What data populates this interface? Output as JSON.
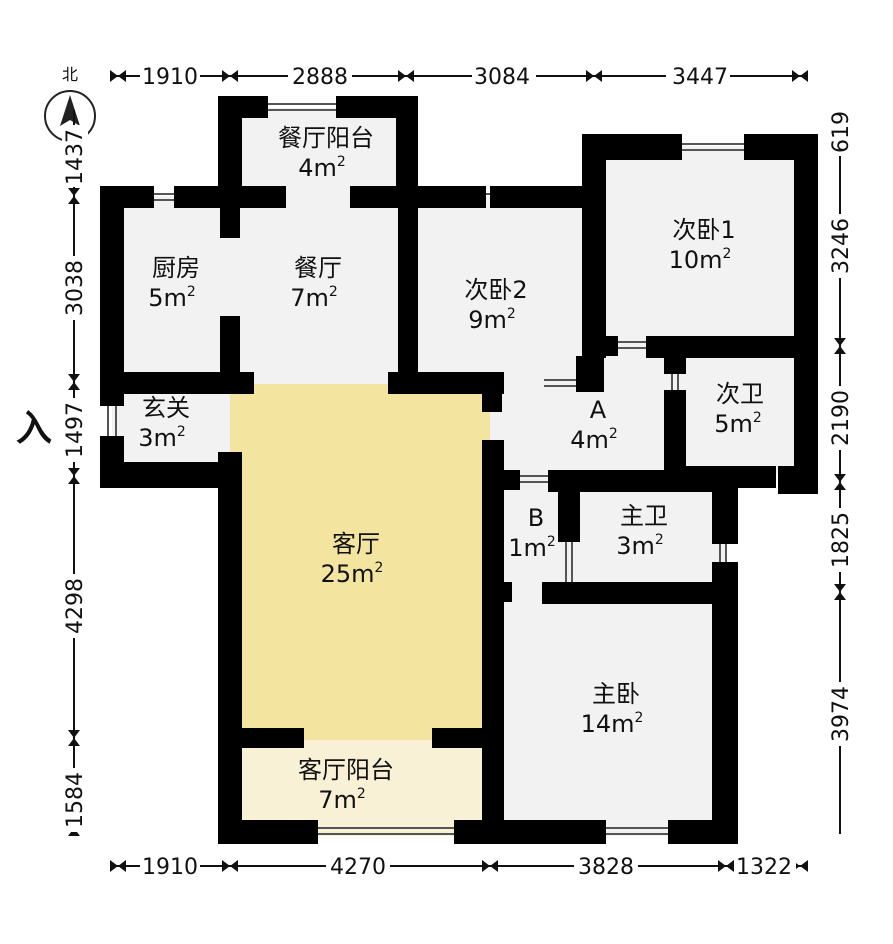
{
  "compass": {
    "north_label": "北",
    "icon": "compass-north-arrow-icon"
  },
  "entrance": {
    "label": "入"
  },
  "colors": {
    "wall": "#000000",
    "floor": "#f2f2f2",
    "living_floor": "#f3e4a0",
    "balcony_floor": "#f8f1d6",
    "window_line": "#555555",
    "dimension": "#111111"
  },
  "dimensions": {
    "top": [
      "1910",
      "2888",
      "3084",
      "3447"
    ],
    "bottom": [
      "1910",
      "4270",
      "3828",
      "1322"
    ],
    "left": [
      "1437",
      "3038",
      "1497",
      "4298",
      "1584"
    ],
    "right": [
      "619",
      "3246",
      "2190",
      "1825",
      "3974"
    ]
  },
  "rooms": {
    "dining_balcony": {
      "name": "餐厅阳台",
      "area_num": "4m",
      "area_exp": "2"
    },
    "kitchen": {
      "name": "厨房",
      "area_num": "5m",
      "area_exp": "2"
    },
    "dining": {
      "name": "餐厅",
      "area_num": "7m",
      "area_exp": "2"
    },
    "bedroom2": {
      "name": "次卧2",
      "area_num": "9m",
      "area_exp": "2"
    },
    "bedroom1": {
      "name": "次卧1",
      "area_num": "10m",
      "area_exp": "2"
    },
    "foyer": {
      "name": "玄关",
      "area_num": "3m",
      "area_exp": "2"
    },
    "hall_a": {
      "name": "A",
      "area_num": "4m",
      "area_exp": "2"
    },
    "second_bath": {
      "name": "次卫",
      "area_num": "5m",
      "area_exp": "2"
    },
    "hall_b": {
      "name": "B",
      "area_num": "1m",
      "area_exp": "2"
    },
    "master_bath": {
      "name": "主卫",
      "area_num": "3m",
      "area_exp": "2"
    },
    "living": {
      "name": "客厅",
      "area_num": "25m",
      "area_exp": "2"
    },
    "master_bedroom": {
      "name": "主卧",
      "area_num": "14m",
      "area_exp": "2"
    },
    "living_balcony": {
      "name": "客厅阳台",
      "area_num": "7m",
      "area_exp": "2"
    }
  }
}
